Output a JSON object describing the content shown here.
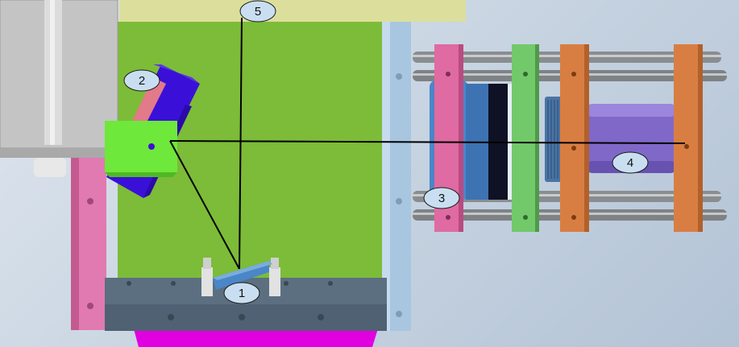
{
  "diagram": {
    "callouts": [
      {
        "id": "callout-1",
        "label": "1"
      },
      {
        "id": "callout-2",
        "label": "2"
      },
      {
        "id": "callout-3",
        "label": "3"
      },
      {
        "id": "callout-4",
        "label": "4"
      },
      {
        "id": "callout-5",
        "label": "5"
      }
    ],
    "colors": {
      "green_plate": "#7cbc38",
      "mirror_blue": "#3a10d8",
      "mirror_holder": "#6ee83a",
      "base_plate": "#5c6f80",
      "magenta_base": "#e000e0",
      "pink_plate": "#e06aa2",
      "orange_plate": "#d97e42",
      "lightgreen_plate": "#72c96a",
      "rod_gray": "#8a8d90",
      "lens_blue": "#4a86c8",
      "lens_dark": "#0f1224",
      "detector_purple": "#8068c8",
      "top_panel": "#dcdf9c",
      "frame_blue": "#a8c6e0",
      "beam": "#000000"
    }
  }
}
